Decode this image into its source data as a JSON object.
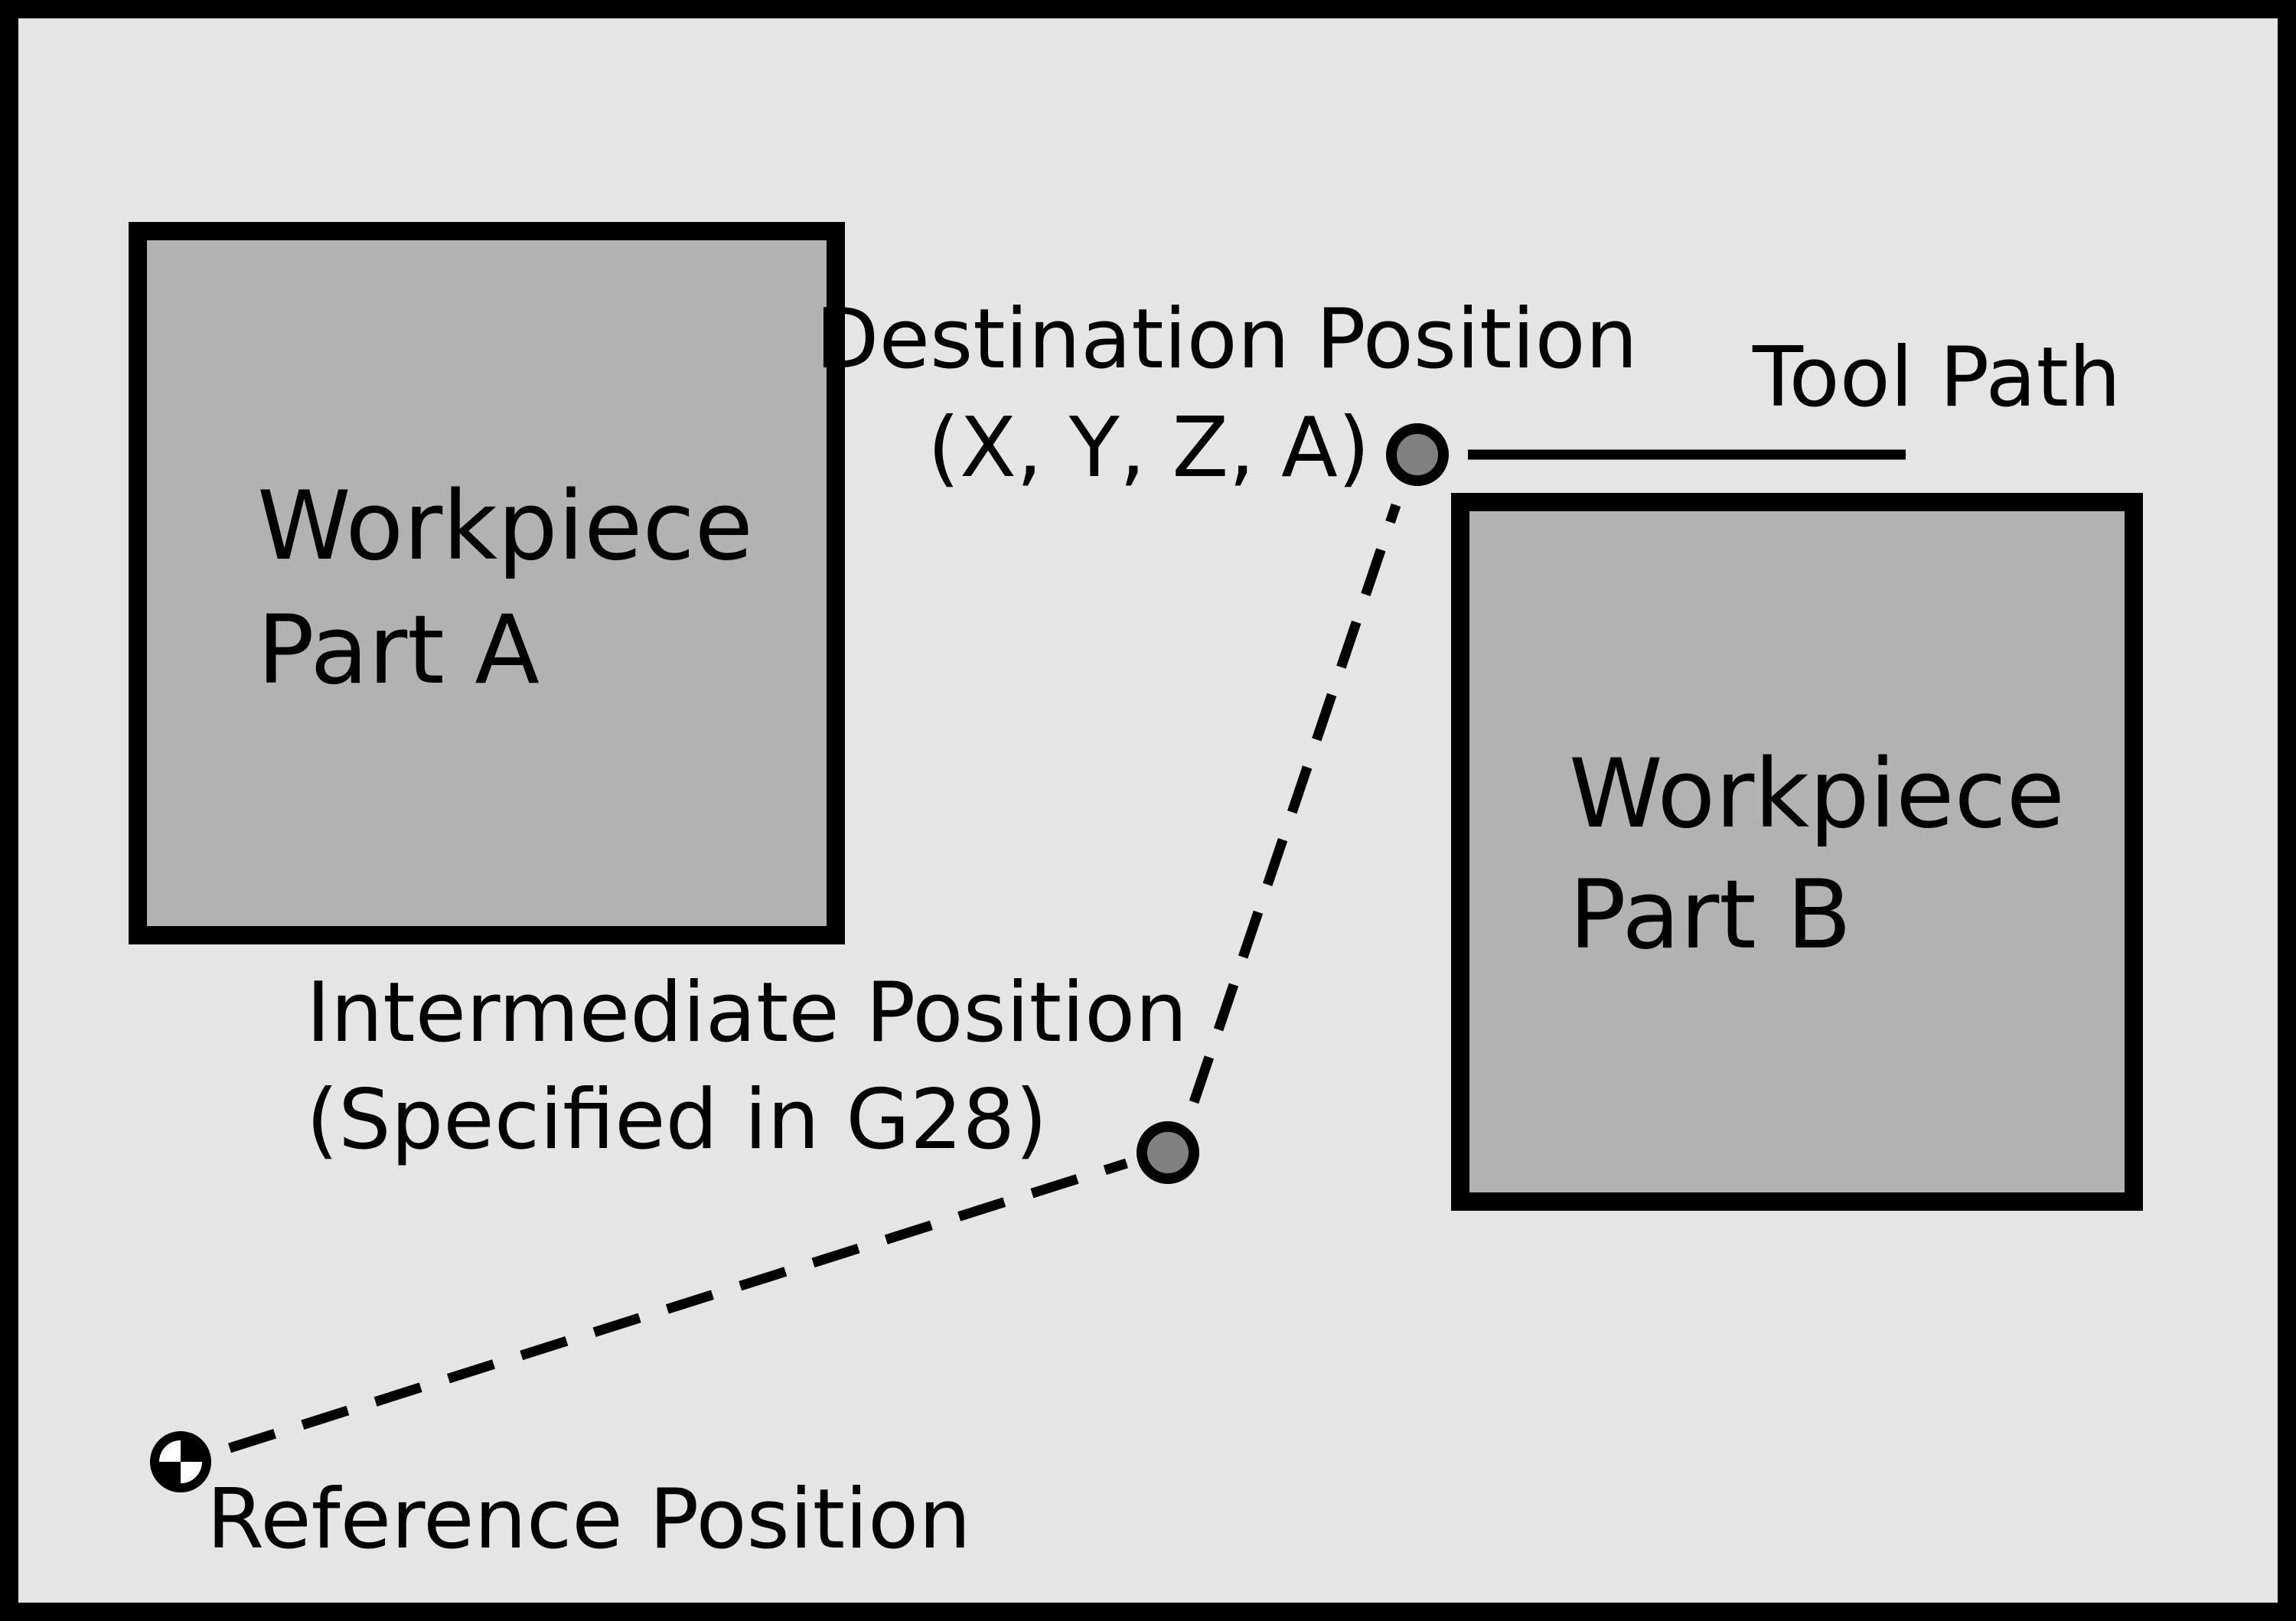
{
  "diagram": {
    "colors": {
      "background": "#e5e5e5",
      "workpiece_fill": "#b2b2b2",
      "point_fill": "#808080",
      "stroke": "#000000"
    },
    "workpiece_a": {
      "line1": "Workpiece",
      "line2": "Part A"
    },
    "workpiece_b": {
      "line1": "Workpiece",
      "line2": "Part B"
    },
    "destination": {
      "line1": "Destination Position",
      "line2": "(X, Y, Z, A)"
    },
    "tool_path": {
      "label": "Tool Path"
    },
    "intermediate": {
      "line1": "Intermediate Position",
      "line2": "(Specified in G28)"
    },
    "reference": {
      "label": "Reference Position"
    }
  }
}
